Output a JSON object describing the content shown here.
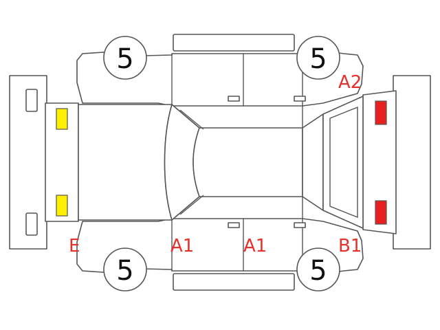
{
  "tires": {
    "front_left": "5",
    "front_right": "5",
    "rear_left": "5",
    "rear_right": "5"
  },
  "marks": {
    "rear_right_fender": "A2",
    "front_left_corner": "E",
    "left_front_door": "A1",
    "left_rear_door": "A1",
    "left_rear_fender": "B1"
  },
  "colors": {
    "mark_text": "#e8302a",
    "front_lamp": "#ffee00",
    "rear_lamp": "#e82020",
    "outline": "#555555"
  }
}
